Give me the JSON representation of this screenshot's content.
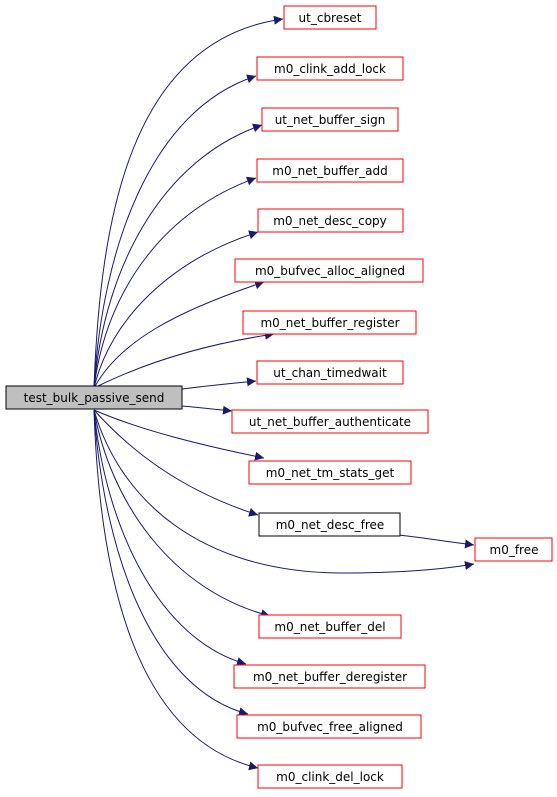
{
  "graph": {
    "root": {
      "label": "test_bulk_passive_send",
      "fill": "#bfbfbf",
      "border": "#000000"
    },
    "callees": [
      {
        "id": "ut_cbreset",
        "label": "ut_cbreset",
        "border": "#ff0000"
      },
      {
        "id": "m0_clink_add_lock",
        "label": "m0_clink_add_lock",
        "border": "#ff0000"
      },
      {
        "id": "ut_net_buffer_sign",
        "label": "ut_net_buffer_sign",
        "border": "#ff0000"
      },
      {
        "id": "m0_net_buffer_add",
        "label": "m0_net_buffer_add",
        "border": "#ff0000"
      },
      {
        "id": "m0_net_desc_copy",
        "label": "m0_net_desc_copy",
        "border": "#ff0000"
      },
      {
        "id": "m0_bufvec_alloc_aligned",
        "label": "m0_bufvec_alloc_aligned",
        "border": "#ff0000"
      },
      {
        "id": "m0_net_buffer_register",
        "label": "m0_net_buffer_register",
        "border": "#ff0000"
      },
      {
        "id": "ut_chan_timedwait",
        "label": "ut_chan_timedwait",
        "border": "#ff0000"
      },
      {
        "id": "ut_net_buffer_authenticate",
        "label": "ut_net_buffer_authenticate",
        "border": "#ff0000"
      },
      {
        "id": "m0_net_tm_stats_get",
        "label": "m0_net_tm_stats_get",
        "border": "#ff0000"
      },
      {
        "id": "m0_net_desc_free",
        "label": "m0_net_desc_free",
        "border": "#000000"
      },
      {
        "id": "m0_free",
        "label": "m0_free",
        "border": "#ff0000"
      },
      {
        "id": "m0_net_buffer_del",
        "label": "m0_net_buffer_del",
        "border": "#ff0000"
      },
      {
        "id": "m0_net_buffer_deregister",
        "label": "m0_net_buffer_deregister",
        "border": "#ff0000"
      },
      {
        "id": "m0_bufvec_free_aligned",
        "label": "m0_bufvec_free_aligned",
        "border": "#ff0000"
      },
      {
        "id": "m0_clink_del_lock",
        "label": "m0_clink_del_lock",
        "border": "#ff0000"
      }
    ],
    "edges": [
      [
        "test_bulk_passive_send",
        "ut_cbreset"
      ],
      [
        "test_bulk_passive_send",
        "m0_clink_add_lock"
      ],
      [
        "test_bulk_passive_send",
        "ut_net_buffer_sign"
      ],
      [
        "test_bulk_passive_send",
        "m0_net_buffer_add"
      ],
      [
        "test_bulk_passive_send",
        "m0_net_desc_copy"
      ],
      [
        "test_bulk_passive_send",
        "m0_bufvec_alloc_aligned"
      ],
      [
        "test_bulk_passive_send",
        "m0_net_buffer_register"
      ],
      [
        "test_bulk_passive_send",
        "ut_chan_timedwait"
      ],
      [
        "test_bulk_passive_send",
        "ut_net_buffer_authenticate"
      ],
      [
        "test_bulk_passive_send",
        "m0_net_tm_stats_get"
      ],
      [
        "test_bulk_passive_send",
        "m0_net_desc_free"
      ],
      [
        "test_bulk_passive_send",
        "m0_free"
      ],
      [
        "m0_net_desc_free",
        "m0_free"
      ],
      [
        "test_bulk_passive_send",
        "m0_net_buffer_del"
      ],
      [
        "test_bulk_passive_send",
        "m0_net_buffer_deregister"
      ],
      [
        "test_bulk_passive_send",
        "m0_bufvec_free_aligned"
      ],
      [
        "test_bulk_passive_send",
        "m0_clink_del_lock"
      ]
    ],
    "edge_color": "#191970"
  }
}
